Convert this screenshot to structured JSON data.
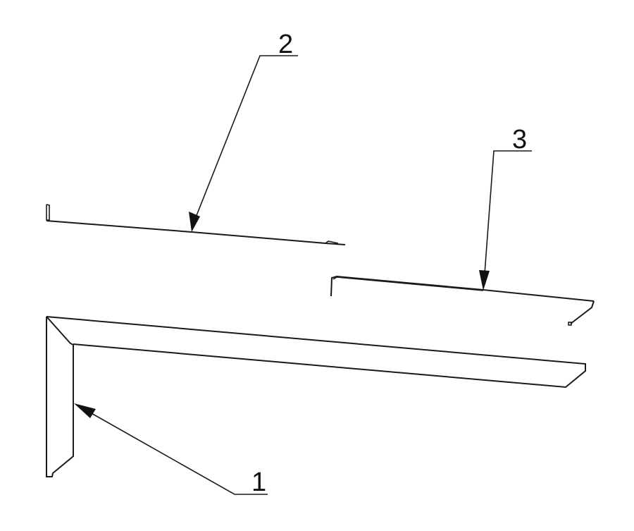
{
  "drawing": {
    "background": "#ffffff",
    "line_color": "#1a1a1a",
    "callouts": [
      {
        "id": "1",
        "label": "1",
        "points_to": "L-shaped bracket (vertical wall plate with long cantilever arm)"
      },
      {
        "id": "2",
        "label": "2",
        "points_to": "Thin flat strip with small upturned lip on left end"
      },
      {
        "id": "3",
        "label": "3",
        "points_to": "Thin flat strip with short down-turned edge on left and angled hook on right"
      }
    ]
  }
}
